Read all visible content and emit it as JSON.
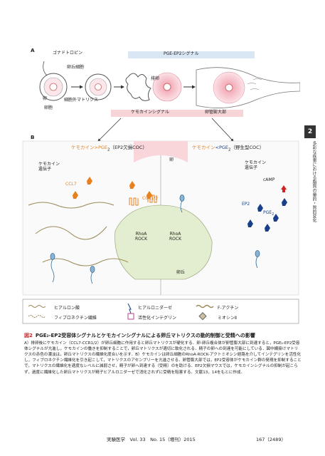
{
  "side_tab": {
    "number": "2",
    "text": "多彩な疾患における脂質の量的・質的変化"
  },
  "panelA": {
    "label": "A",
    "gonadotropin": "ゴナドトロピン",
    "cumulus_cells": "卵丘細胞",
    "oocyte": "卵",
    "ecm": "細胞外マトリクス",
    "follicle": "卵胞",
    "ovulation": "排卵",
    "pge_signal": "PGE-EP2シグナル",
    "chemokine_signal": "ケモカインシグナル",
    "oviduct": "卵管膨大部"
  },
  "panelB": {
    "label": "B",
    "left_title": {
      "pre": "ケモカイン",
      "mid": ">PGE",
      "sub": "2",
      "post": "（EP2欠損COC）"
    },
    "right_title": {
      "pre": "ケモカイン",
      "mid": "<PGE",
      "sub": "2",
      "post": "（野生型COC）"
    },
    "chemokine_gene": "ケモカイン\n遺伝子",
    "ccl7": "CCL7",
    "ccr": "CCR1/2",
    "rhoa_rock_left": "RhoA\nROCK",
    "rhoa_rock_right": "RhoA\nROCK",
    "oocyte": "卵",
    "cumulus": "卵丘",
    "camp": "cAMP",
    "ep2": "EP2",
    "pge2": "PGE",
    "pge2_sub": "2",
    "chemokine_gene_r": "ケモカイン\n遺伝子"
  },
  "legend": {
    "hyaluronan": "ヒアルロン酸",
    "hyaluronidase": "ヒアルロニダーゼ",
    "factin": "F-アクチン",
    "fibronectin": "フィブロネクチン繊維",
    "integrin": "活性化インテグリン",
    "myosin": "ミオシンⅡ"
  },
  "caption": {
    "label": "図2",
    "title": "PGE₂-EP2受容体シグナルとケモカインシグナルによる卵丘マトリクスの動的制御と受精への影響",
    "body": "A）排卵後にケモカイン（CCL7-CCR1/2）が卵丘細胞に作用すると卵丘マトリクスが硬化する．卵-卵丘複合体が卵管膨大部に到達すると，PGE₂-EP2受容体シグナルが亢進し，ケモカインの働きを抑制することで，卵丘マトリクスが適切に軟化される．精子の卵への到達を可能にしている．図中網掛けマトリクスの赤色の濃淡は，卵丘マトリクスの繊維化度合いを示す．B）ケモカインは卵丘細胞のRhoA-ROCK-アクトミオシン経路を介してインテグリンを活性化し，フィブロネクチン繊維化を引き起こして，マトリクスのアセンブリーを亢進させる．卵管膨大部では，EP2受容体がケモカイン群の発現を抑制することで，マトリクスの繊維化を適度なレベルに減弱させ，精子が卵へ到達する（受精）のを助ける．EP2欠損マウスでは，ケモカインシグナルの抑制が起こらず，過度に繊維化した卵丘マトリクスが精子ヒアルロニダーゼで消化されずに受精を阻害する．文献13，14をもとに作成．"
  },
  "footer": {
    "left": "実験医学　Vol. 33　No. 15（増刊）2015",
    "right": "167（2489）"
  },
  "colors": {
    "orange": "#e8801e",
    "blue": "#1a3f8a",
    "pink": "#e8a0a8",
    "green": "#dde8c8",
    "tab": "#333333"
  }
}
